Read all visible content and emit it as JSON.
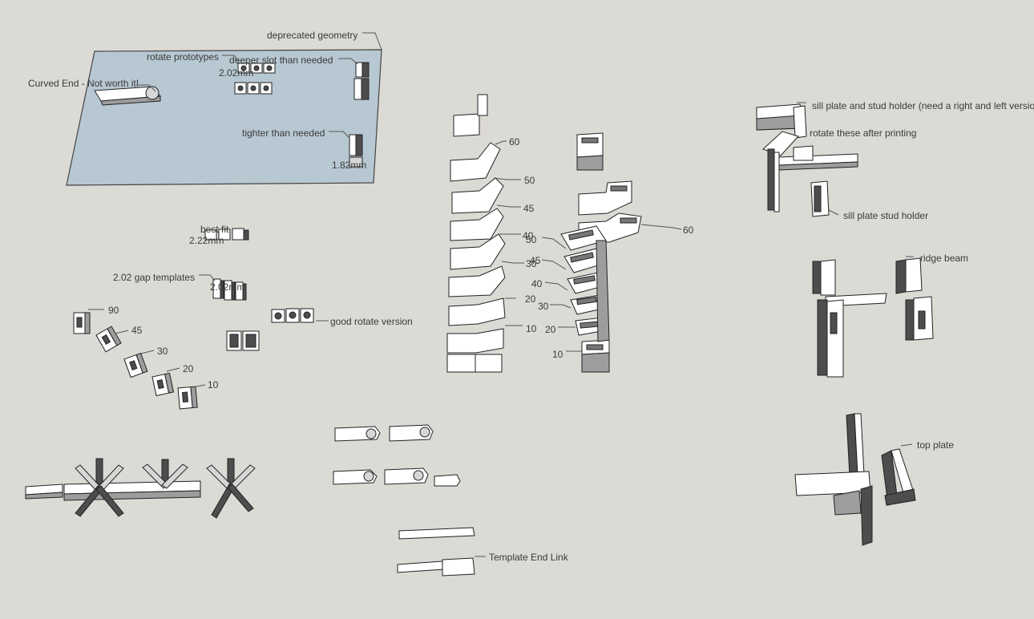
{
  "labels": {
    "deprecated_geometry": "deprecated geometry",
    "rotate_prototypes": "rotate prototypes",
    "deeper_slot": "deeper slot than needed",
    "prototype_dim": "2.02mm",
    "curved_end": "Curved End - Not worth it!",
    "tighter": "tighter than needed",
    "tight_dim": "1.82mm",
    "best_fit": "best fit",
    "best_fit_dim": "2.22mm",
    "gap_templates": "2.02 gap templates",
    "gap_dim": "2.02mm",
    "good_rotate": "good rotate version",
    "template_end_link": "Template End Link",
    "sill_plate_holder": "sill plate and stud holder (need a right and left version)",
    "rotate_after_print": "rotate these after printing",
    "sill_plate_stud": "sill plate stud holder",
    "ridge_beam": "ridge beam",
    "top_plate": "top plate"
  },
  "angles_left": [
    "90",
    "45",
    "30",
    "20",
    "10"
  ],
  "angles_center_a": [
    "60",
    "50",
    "45",
    "40",
    "30",
    "20",
    "10"
  ],
  "angles_center_b": [
    "50",
    "45",
    "40",
    "30",
    "20",
    "10"
  ],
  "angle_right_top": "60",
  "colors": {
    "background": "#dcdad5",
    "plate": "#b7c8d2",
    "face_light": "#ffffff",
    "face_mid": "#9d9d9d",
    "face_dark": "#4d4d4d"
  }
}
